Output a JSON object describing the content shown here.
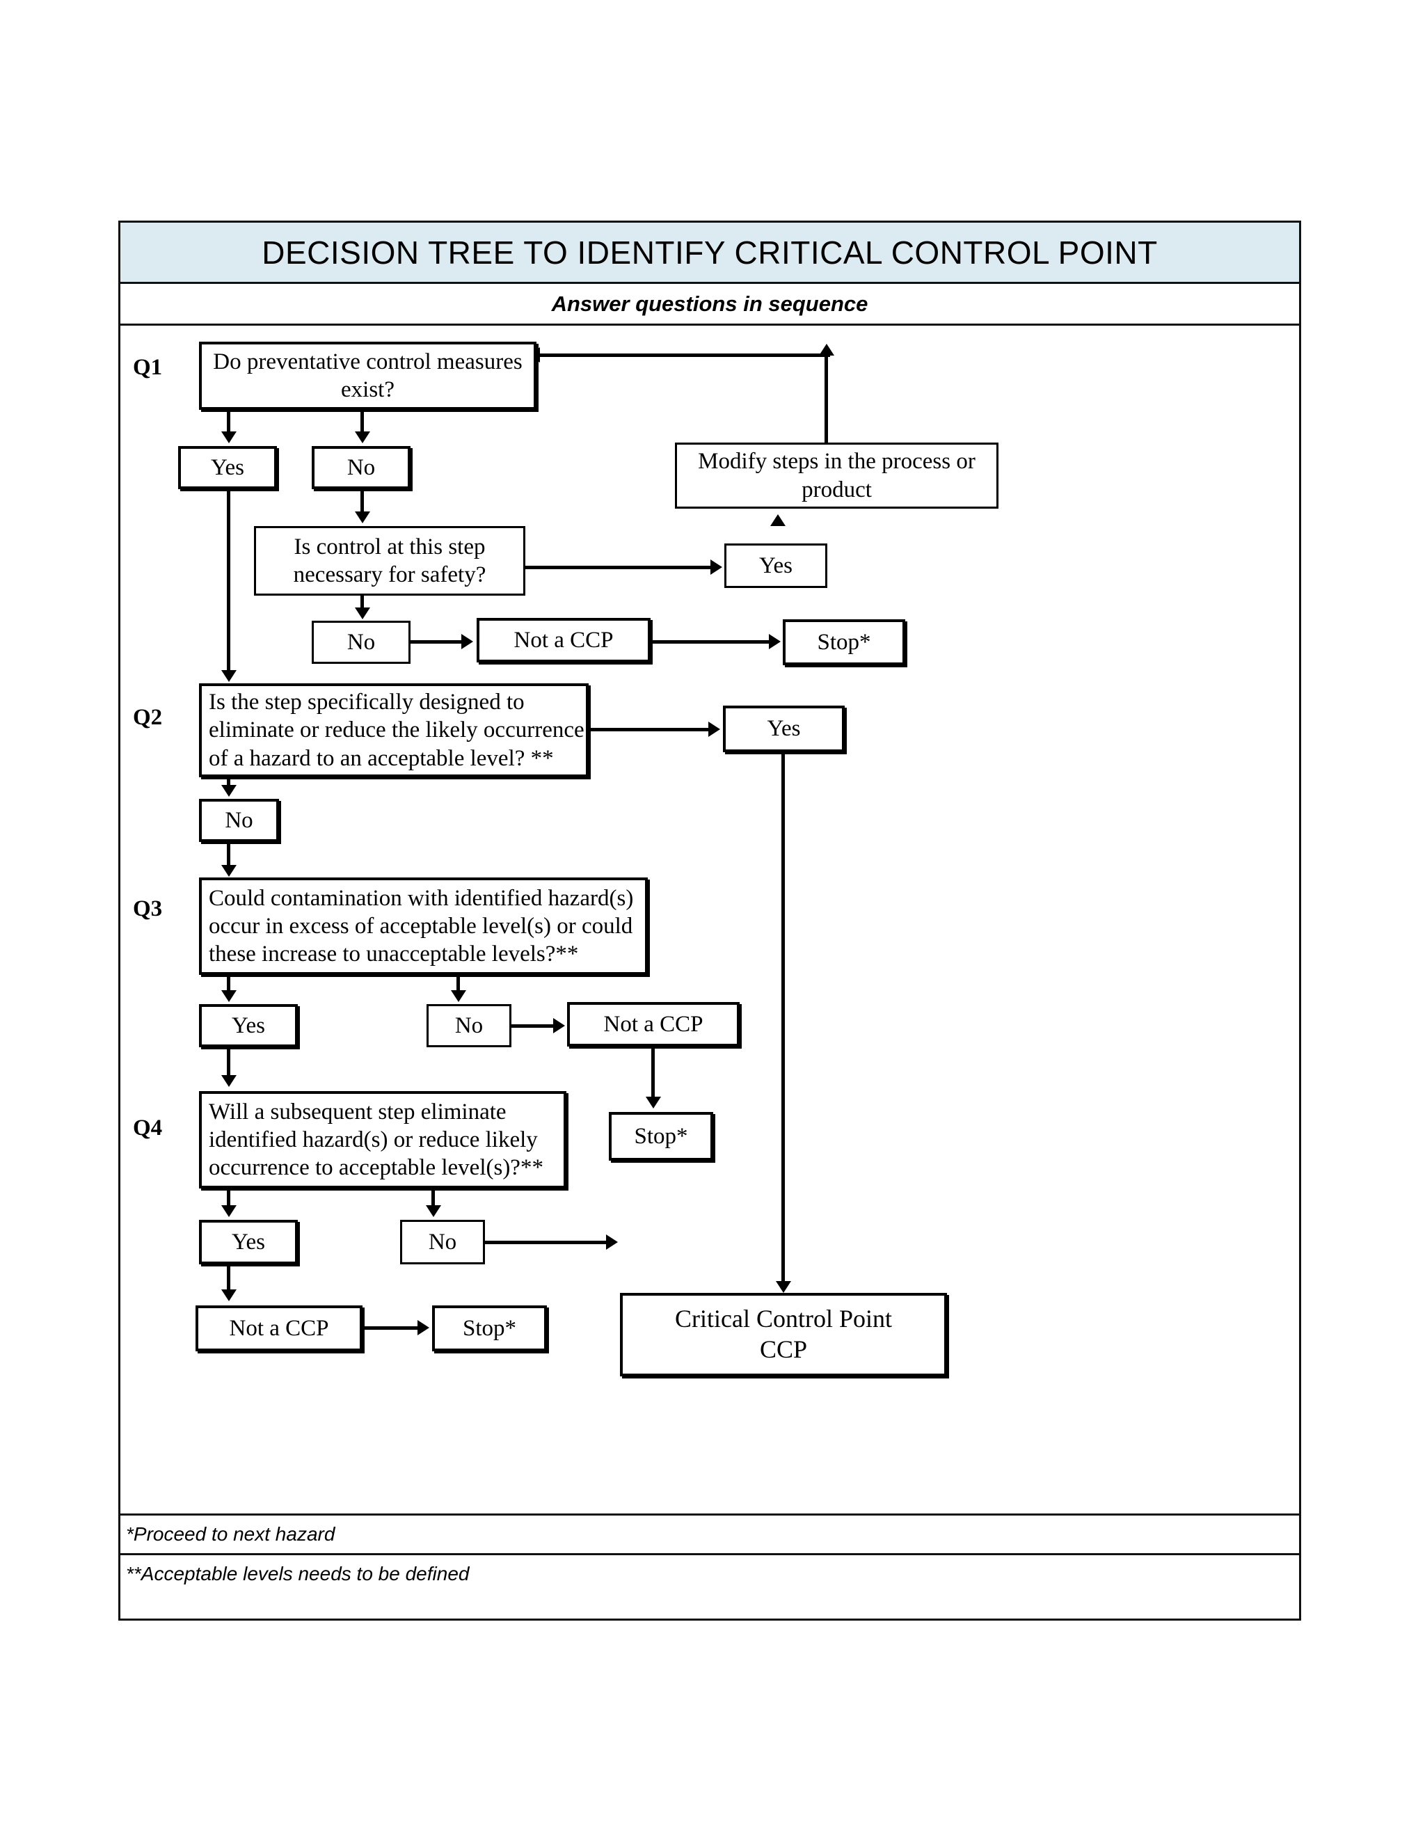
{
  "header": {
    "title": "DECISION TREE TO IDENTIFY CRITICAL CONTROL POINT",
    "subtitle": "Answer questions in sequence",
    "title_bg": "#dcebf1"
  },
  "labels": {
    "q1": "Q1",
    "q2": "Q2",
    "q3": "Q3",
    "q4": "Q4"
  },
  "nodes": {
    "q1_question": "Do preventative control measures exist?",
    "q1_yes": "Yes",
    "q1_no": "No",
    "modify": "Modify steps in the process or product",
    "control_necessary": "Is control at this step necessary for safety?",
    "control_yes": "Yes",
    "control_no": "No",
    "not_ccp_1": "Not a CCP",
    "stop_1": "Stop*",
    "q2_question": "Is the step specifically designed to eliminate or reduce the likely occurrence of a hazard to an acceptable level? **",
    "q2_yes": "Yes",
    "q2_no": "No",
    "q3_question": "Could contamination with identified hazard(s) occur in excess of acceptable level(s) or could these increase to unacceptable levels?**",
    "q3_yes": "Yes",
    "q3_no": "No",
    "not_ccp_2": "Not a CCP",
    "stop_2": "Stop*",
    "q4_question": "Will a subsequent step eliminate identified hazard(s) or reduce likely occurrence to acceptable level(s)?**",
    "q4_yes": "Yes",
    "q4_no": "No",
    "not_ccp_3": "Not a CCP",
    "stop_3": "Stop*",
    "ccp_line1": "Critical Control Point",
    "ccp_line2": "CCP"
  },
  "footnotes": {
    "note1": "*Proceed to next hazard",
    "note2": "**Acceptable levels needs to be defined"
  },
  "chart_data": {
    "type": "flowchart",
    "title": "DECISION TREE TO IDENTIFY CRITICAL CONTROL POINT",
    "nodes": [
      {
        "id": "q1",
        "label": "Do preventative control measures exist?",
        "kind": "question",
        "marker": "Q1"
      },
      {
        "id": "q1_yes",
        "label": "Yes",
        "kind": "answer"
      },
      {
        "id": "q1_no",
        "label": "No",
        "kind": "answer"
      },
      {
        "id": "modify",
        "label": "Modify steps in the process or product",
        "kind": "action"
      },
      {
        "id": "control",
        "label": "Is control at this step necessary for safety?",
        "kind": "question"
      },
      {
        "id": "control_yes",
        "label": "Yes",
        "kind": "answer"
      },
      {
        "id": "control_no",
        "label": "No",
        "kind": "answer"
      },
      {
        "id": "not_ccp_1",
        "label": "Not a CCP",
        "kind": "terminal"
      },
      {
        "id": "stop_1",
        "label": "Stop*",
        "kind": "terminal"
      },
      {
        "id": "q2",
        "label": "Is the step specifically designed to eliminate or reduce the likely occurrence of a hazard to an acceptable level? **",
        "kind": "question",
        "marker": "Q2"
      },
      {
        "id": "q2_yes",
        "label": "Yes",
        "kind": "answer"
      },
      {
        "id": "q2_no",
        "label": "No",
        "kind": "answer"
      },
      {
        "id": "q3",
        "label": "Could contamination with identified hazard(s) occur in excess of acceptable level(s) or could these increase to unacceptable levels?**",
        "kind": "question",
        "marker": "Q3"
      },
      {
        "id": "q3_yes",
        "label": "Yes",
        "kind": "answer"
      },
      {
        "id": "q3_no",
        "label": "No",
        "kind": "answer"
      },
      {
        "id": "not_ccp_2",
        "label": "Not a CCP",
        "kind": "terminal"
      },
      {
        "id": "stop_2",
        "label": "Stop*",
        "kind": "terminal"
      },
      {
        "id": "q4",
        "label": "Will a subsequent step eliminate identified hazard(s) or reduce likely occurrence to acceptable level(s)?**",
        "kind": "question",
        "marker": "Q4"
      },
      {
        "id": "q4_yes",
        "label": "Yes",
        "kind": "answer"
      },
      {
        "id": "q4_no",
        "label": "No",
        "kind": "answer"
      },
      {
        "id": "not_ccp_3",
        "label": "Not a CCP",
        "kind": "terminal"
      },
      {
        "id": "stop_3",
        "label": "Stop*",
        "kind": "terminal"
      },
      {
        "id": "ccp",
        "label": "Critical Control Point CCP",
        "kind": "result"
      }
    ],
    "edges": [
      {
        "from": "q1",
        "to": "q1_yes"
      },
      {
        "from": "q1",
        "to": "q1_no"
      },
      {
        "from": "q1_yes",
        "to": "q2"
      },
      {
        "from": "q1_no",
        "to": "control"
      },
      {
        "from": "control",
        "to": "control_yes"
      },
      {
        "from": "control",
        "to": "control_no"
      },
      {
        "from": "control_yes",
        "to": "modify"
      },
      {
        "from": "modify",
        "to": "q1"
      },
      {
        "from": "control_no",
        "to": "not_ccp_1"
      },
      {
        "from": "not_ccp_1",
        "to": "stop_1"
      },
      {
        "from": "q2",
        "to": "q2_yes"
      },
      {
        "from": "q2",
        "to": "q2_no"
      },
      {
        "from": "q2_yes",
        "to": "ccp"
      },
      {
        "from": "q2_no",
        "to": "q3"
      },
      {
        "from": "q3",
        "to": "q3_yes"
      },
      {
        "from": "q3",
        "to": "q3_no"
      },
      {
        "from": "q3_no",
        "to": "not_ccp_2"
      },
      {
        "from": "not_ccp_2",
        "to": "stop_2"
      },
      {
        "from": "q3_yes",
        "to": "q4"
      },
      {
        "from": "q4",
        "to": "q4_yes"
      },
      {
        "from": "q4",
        "to": "q4_no"
      },
      {
        "from": "q4_yes",
        "to": "not_ccp_3"
      },
      {
        "from": "not_ccp_3",
        "to": "stop_3"
      },
      {
        "from": "q4_no",
        "to": "ccp"
      }
    ],
    "footnotes": [
      "*Proceed to next hazard",
      "**Acceptable levels needs to be defined"
    ]
  }
}
